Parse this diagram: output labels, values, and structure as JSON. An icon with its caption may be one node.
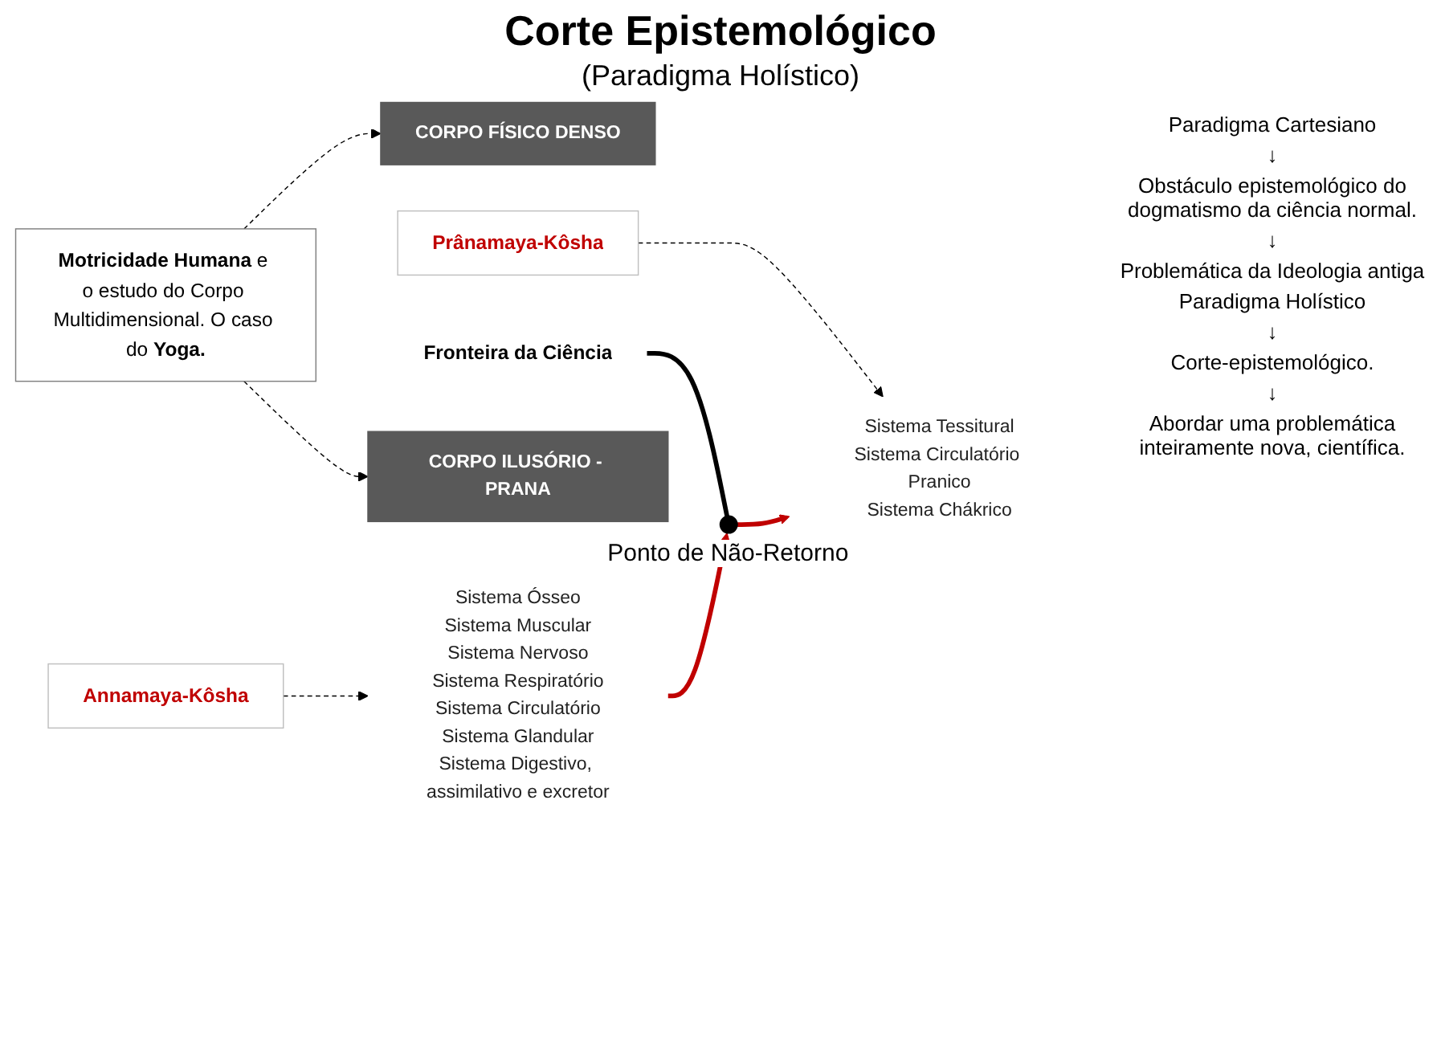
{
  "diagram": {
    "title": "Corte Epistemológico",
    "nodes": [
      {
        "text": [
          "**Motricidade Humana** e o estudo do Corpo Multidimensional. O caso do **Yoga.**"
        ]
      },
      {
        "text": [
          "CORPO FÍSICO DENSO"
        ]
      },
      {
        "text": [
          "Annamaya-Kôsha"
        ]
      },
      {
        "text": [
          "Sistema Ósseo",
          "Sistema Muscular",
          "Sistema Nervoso",
          "Sistema Respiratório",
          "Sistema Circulatório",
          "Sistema Glandular",
          "Sistema Digestivo, assimilativo e excretor"
        ]
      },
      {
        "text": [
          "CORPO ILUSÓRIO - PRANA"
        ]
      },
      {
        "text": [
          "Prânamaya-Kôsha"
        ]
      },
      {
        "text": [
          "Sistema Tessitural",
          "Sistema Circulatório Pranico",
          "Sistema Chákrico"
        ]
      },
      {
        "text": [
          "Fronteira da Ciência"
        ]
      },
      {
        "text": [],
        "shape": "circle",
        "beside": [
          "Ponto de Não-Retorno"
        ]
      }
    ],
    "edges": [
      {
        "from": 0,
        "to": 1,
        "arrow": "to",
        "style": "dashed"
      },
      {
        "from": 0,
        "to": 4,
        "arrow": "to",
        "style": "dashed"
      },
      {
        "from": 2,
        "to": 3,
        "arrow": "to",
        "style": "dashed"
      },
      {
        "from": 5,
        "to": 6,
        "arrow": "to",
        "style": "dashed"
      },
      {
        "from": 7,
        "to": 8,
        "arrow": "none",
        "style": "thick"
      },
      {
        "from": 3,
        "to": 8,
        "arrow": "to",
        "style": "thick",
        "color": "#c00000"
      },
      {
        "from": 8,
        "to": 6,
        "arrow": "to",
        "style": "thick",
        "color": "#c00000"
      }
    ],
    "labels": [
      "(Paradigma Holístico)",
      "Paradigma Cartesiano",
      "↓",
      "Obstáculo epistemológico do dogmatismo da ciência normal.",
      "↓",
      "Problemática da Ideologia antiga",
      "Paradigma Holístico",
      "↓",
      "Corte-epistemológico.",
      "↓",
      "Abordar uma problemática inteiramente nova, científica."
    ]
  }
}
